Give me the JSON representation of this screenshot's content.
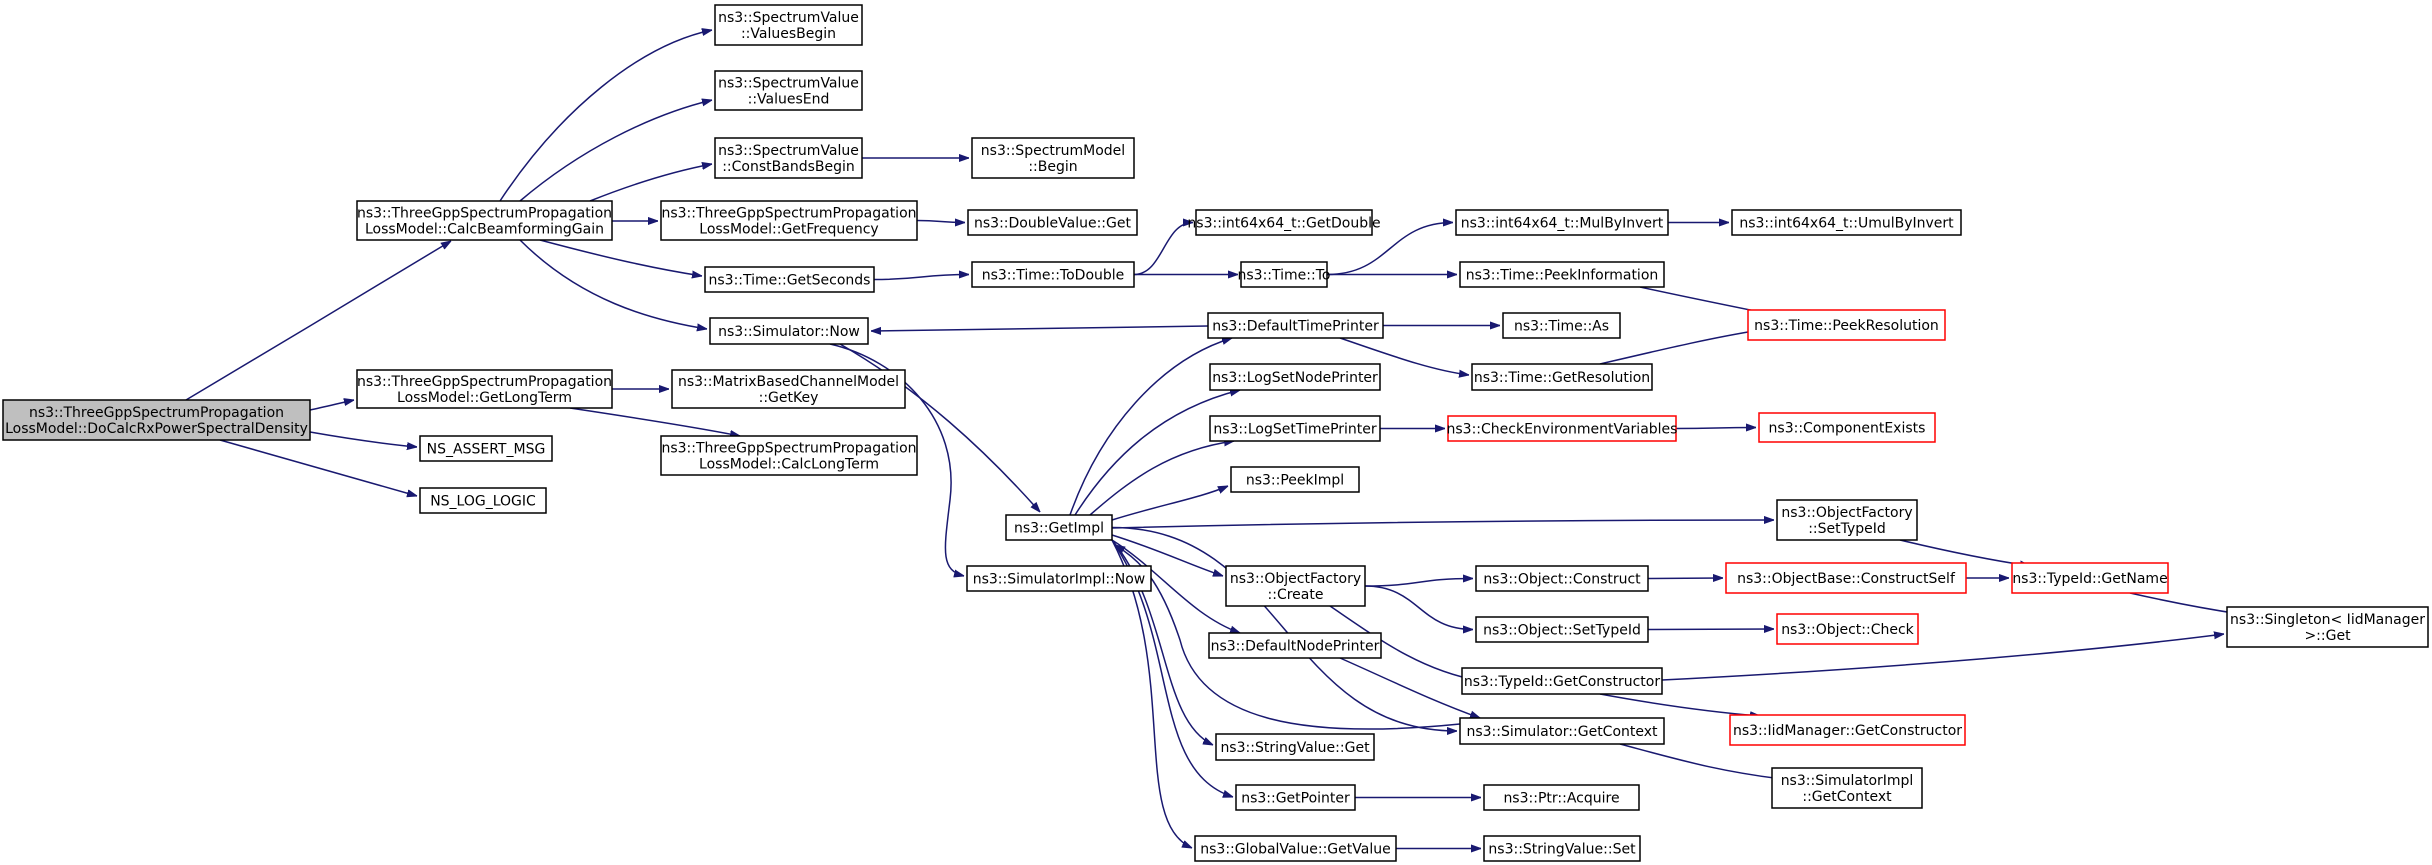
{
  "diagram": {
    "type": "call-graph",
    "colors": {
      "edge": "#191970",
      "root_fill": "#bfbfbf",
      "truncated_border": "#ff0000",
      "border": "#000000"
    },
    "nodes": [
      {
        "id": "root",
        "lines": [
          "ns3::ThreeGppSpectrumPropagation",
          "LossModel::DoCalcRxPowerSpectralDensity"
        ],
        "root": true
      },
      {
        "id": "calcBeam",
        "lines": [
          "ns3::ThreeGppSpectrumPropagation",
          "LossModel::CalcBeamformingGain"
        ]
      },
      {
        "id": "getLongTerm",
        "lines": [
          "ns3::ThreeGppSpectrumPropagation",
          "LossModel::GetLongTerm"
        ]
      },
      {
        "id": "nsAssert",
        "lines": [
          "NS_ASSERT_MSG"
        ]
      },
      {
        "id": "nsLog",
        "lines": [
          "NS_LOG_LOGIC"
        ]
      },
      {
        "id": "valuesBegin",
        "lines": [
          "ns3::SpectrumValue",
          "::ValuesBegin"
        ]
      },
      {
        "id": "valuesEnd",
        "lines": [
          "ns3::SpectrumValue",
          "::ValuesEnd"
        ]
      },
      {
        "id": "constBands",
        "lines": [
          "ns3::SpectrumValue",
          "::ConstBandsBegin"
        ]
      },
      {
        "id": "getFreq",
        "lines": [
          "ns3::ThreeGppSpectrumPropagation",
          "LossModel::GetFrequency"
        ]
      },
      {
        "id": "getSeconds",
        "lines": [
          "ns3::Time::GetSeconds"
        ]
      },
      {
        "id": "simNow",
        "lines": [
          "ns3::Simulator::Now"
        ]
      },
      {
        "id": "matrixKey",
        "lines": [
          "ns3::MatrixBasedChannelModel",
          "::GetKey"
        ]
      },
      {
        "id": "calcLong",
        "lines": [
          "ns3::ThreeGppSpectrumPropagation",
          "LossModel::CalcLongTerm"
        ]
      },
      {
        "id": "spectrumBegin",
        "lines": [
          "ns3::SpectrumModel",
          "::Begin"
        ]
      },
      {
        "id": "doubleGet",
        "lines": [
          "ns3::DoubleValue::Get"
        ]
      },
      {
        "id": "toDouble",
        "lines": [
          "ns3::Time::ToDouble"
        ]
      },
      {
        "id": "getImpl",
        "lines": [
          "ns3::GetImpl"
        ]
      },
      {
        "id": "simImplNow",
        "lines": [
          "ns3::SimulatorImpl::Now"
        ]
      },
      {
        "id": "i64GetDouble",
        "lines": [
          "ns3::int64x64_t::GetDouble"
        ]
      },
      {
        "id": "timeTo",
        "lines": [
          "ns3::Time::To"
        ]
      },
      {
        "id": "defTimePrinter",
        "lines": [
          "ns3::DefaultTimePrinter"
        ]
      },
      {
        "id": "logSetNode",
        "lines": [
          "ns3::LogSetNodePrinter"
        ]
      },
      {
        "id": "logSetTime",
        "lines": [
          "ns3::LogSetTimePrinter"
        ]
      },
      {
        "id": "peekImpl",
        "lines": [
          "ns3::PeekImpl"
        ]
      },
      {
        "id": "objFactoryCreate",
        "lines": [
          "ns3::ObjectFactory",
          "::Create"
        ]
      },
      {
        "id": "defNodePrinter",
        "lines": [
          "ns3::DefaultNodePrinter"
        ]
      },
      {
        "id": "stringGet",
        "lines": [
          "ns3::StringValue::Get"
        ]
      },
      {
        "id": "getPointer",
        "lines": [
          "ns3::GetPointer"
        ]
      },
      {
        "id": "globalGetValue",
        "lines": [
          "ns3::GlobalValue::GetValue"
        ]
      },
      {
        "id": "mulByInvert",
        "lines": [
          "ns3::int64x64_t::MulByInvert"
        ]
      },
      {
        "id": "peekInfo",
        "lines": [
          "ns3::Time::PeekInformation"
        ]
      },
      {
        "id": "timeAs",
        "lines": [
          "ns3::Time::As"
        ]
      },
      {
        "id": "getResolution",
        "lines": [
          "ns3::Time::GetResolution"
        ]
      },
      {
        "id": "checkEnv",
        "lines": [
          "ns3::CheckEnvironmentVariables"
        ],
        "truncated": true
      },
      {
        "id": "objFactorySetTypeId",
        "lines": [
          "ns3::ObjectFactory",
          "::SetTypeId"
        ]
      },
      {
        "id": "objConstruct",
        "lines": [
          "ns3::Object::Construct"
        ]
      },
      {
        "id": "objSetTypeId",
        "lines": [
          "ns3::Object::SetTypeId"
        ]
      },
      {
        "id": "typeIdGetCtor",
        "lines": [
          "ns3::TypeId::GetConstructor"
        ]
      },
      {
        "id": "simGetContext",
        "lines": [
          "ns3::Simulator::GetContext"
        ]
      },
      {
        "id": "ptrAcquire",
        "lines": [
          "ns3::Ptr::Acquire"
        ]
      },
      {
        "id": "stringSet",
        "lines": [
          "ns3::StringValue::Set"
        ]
      },
      {
        "id": "umulByInvert",
        "lines": [
          "ns3::int64x64_t::UmulByInvert"
        ]
      },
      {
        "id": "peekRes",
        "lines": [
          "ns3::Time::PeekResolution"
        ],
        "truncated": true
      },
      {
        "id": "compExists",
        "lines": [
          "ns3::ComponentExists"
        ],
        "truncated": true
      },
      {
        "id": "objBaseConstructSelf",
        "lines": [
          "ns3::ObjectBase::ConstructSelf"
        ],
        "truncated": true
      },
      {
        "id": "typeIdGetName",
        "lines": [
          "ns3::TypeId::GetName"
        ],
        "truncated": true
      },
      {
        "id": "objCheck",
        "lines": [
          "ns3::Object::Check"
        ],
        "truncated": true
      },
      {
        "id": "iidMgrGetCtor",
        "lines": [
          "ns3::IidManager::GetConstructor"
        ],
        "truncated": true
      },
      {
        "id": "simImplGetContext",
        "lines": [
          "ns3::SimulatorImpl",
          "::GetContext"
        ]
      },
      {
        "id": "singletonGet",
        "lines": [
          "ns3::Singleton< IidManager",
          ">::Get"
        ]
      }
    ],
    "edges": [
      [
        "root",
        "calcBeam"
      ],
      [
        "root",
        "getLongTerm"
      ],
      [
        "root",
        "nsAssert"
      ],
      [
        "root",
        "nsLog"
      ],
      [
        "calcBeam",
        "valuesBegin"
      ],
      [
        "calcBeam",
        "valuesEnd"
      ],
      [
        "calcBeam",
        "constBands"
      ],
      [
        "calcBeam",
        "getFreq"
      ],
      [
        "calcBeam",
        "getSeconds"
      ],
      [
        "calcBeam",
        "simNow"
      ],
      [
        "getLongTerm",
        "matrixKey"
      ],
      [
        "getLongTerm",
        "calcLong"
      ],
      [
        "constBands",
        "spectrumBegin"
      ],
      [
        "getFreq",
        "doubleGet"
      ],
      [
        "getSeconds",
        "toDouble"
      ],
      [
        "simNow",
        "getImpl"
      ],
      [
        "simNow",
        "simImplNow"
      ],
      [
        "toDouble",
        "i64GetDouble"
      ],
      [
        "toDouble",
        "timeTo"
      ],
      [
        "timeTo",
        "mulByInvert"
      ],
      [
        "timeTo",
        "peekInfo"
      ],
      [
        "mulByInvert",
        "umulByInvert"
      ],
      [
        "peekInfo",
        "peekRes"
      ],
      [
        "defTimePrinter",
        "simNow"
      ],
      [
        "defTimePrinter",
        "timeAs"
      ],
      [
        "defTimePrinter",
        "getResolution"
      ],
      [
        "getResolution",
        "peekRes"
      ],
      [
        "getImpl",
        "defTimePrinter"
      ],
      [
        "getImpl",
        "logSetNode"
      ],
      [
        "getImpl",
        "logSetTime"
      ],
      [
        "getImpl",
        "peekImpl"
      ],
      [
        "getImpl",
        "objFactorySetTypeId"
      ],
      [
        "getImpl",
        "objFactoryCreate"
      ],
      [
        "getImpl",
        "defNodePrinter"
      ],
      [
        "getImpl",
        "stringGet"
      ],
      [
        "getImpl",
        "getPointer"
      ],
      [
        "getImpl",
        "globalGetValue"
      ],
      [
        "getImpl",
        "simGetContext"
      ],
      [
        "logSetTime",
        "checkEnv"
      ],
      [
        "checkEnv",
        "compExists"
      ],
      [
        "objFactorySetTypeId",
        "typeIdGetName"
      ],
      [
        "objFactoryCreate",
        "objConstruct"
      ],
      [
        "objFactoryCreate",
        "objSetTypeId"
      ],
      [
        "objFactoryCreate",
        "typeIdGetCtor"
      ],
      [
        "objConstruct",
        "objBaseConstructSelf"
      ],
      [
        "objBaseConstructSelf",
        "typeIdGetName"
      ],
      [
        "typeIdGetName",
        "singletonGet"
      ],
      [
        "objSetTypeId",
        "objCheck"
      ],
      [
        "typeIdGetCtor",
        "singletonGet"
      ],
      [
        "typeIdGetCtor",
        "iidMgrGetCtor"
      ],
      [
        "defNodePrinter",
        "simGetContext"
      ],
      [
        "simGetContext",
        "getImpl"
      ],
      [
        "simGetContext",
        "simImplGetContext"
      ],
      [
        "getPointer",
        "ptrAcquire"
      ],
      [
        "globalGetValue",
        "stringSet"
      ]
    ]
  }
}
